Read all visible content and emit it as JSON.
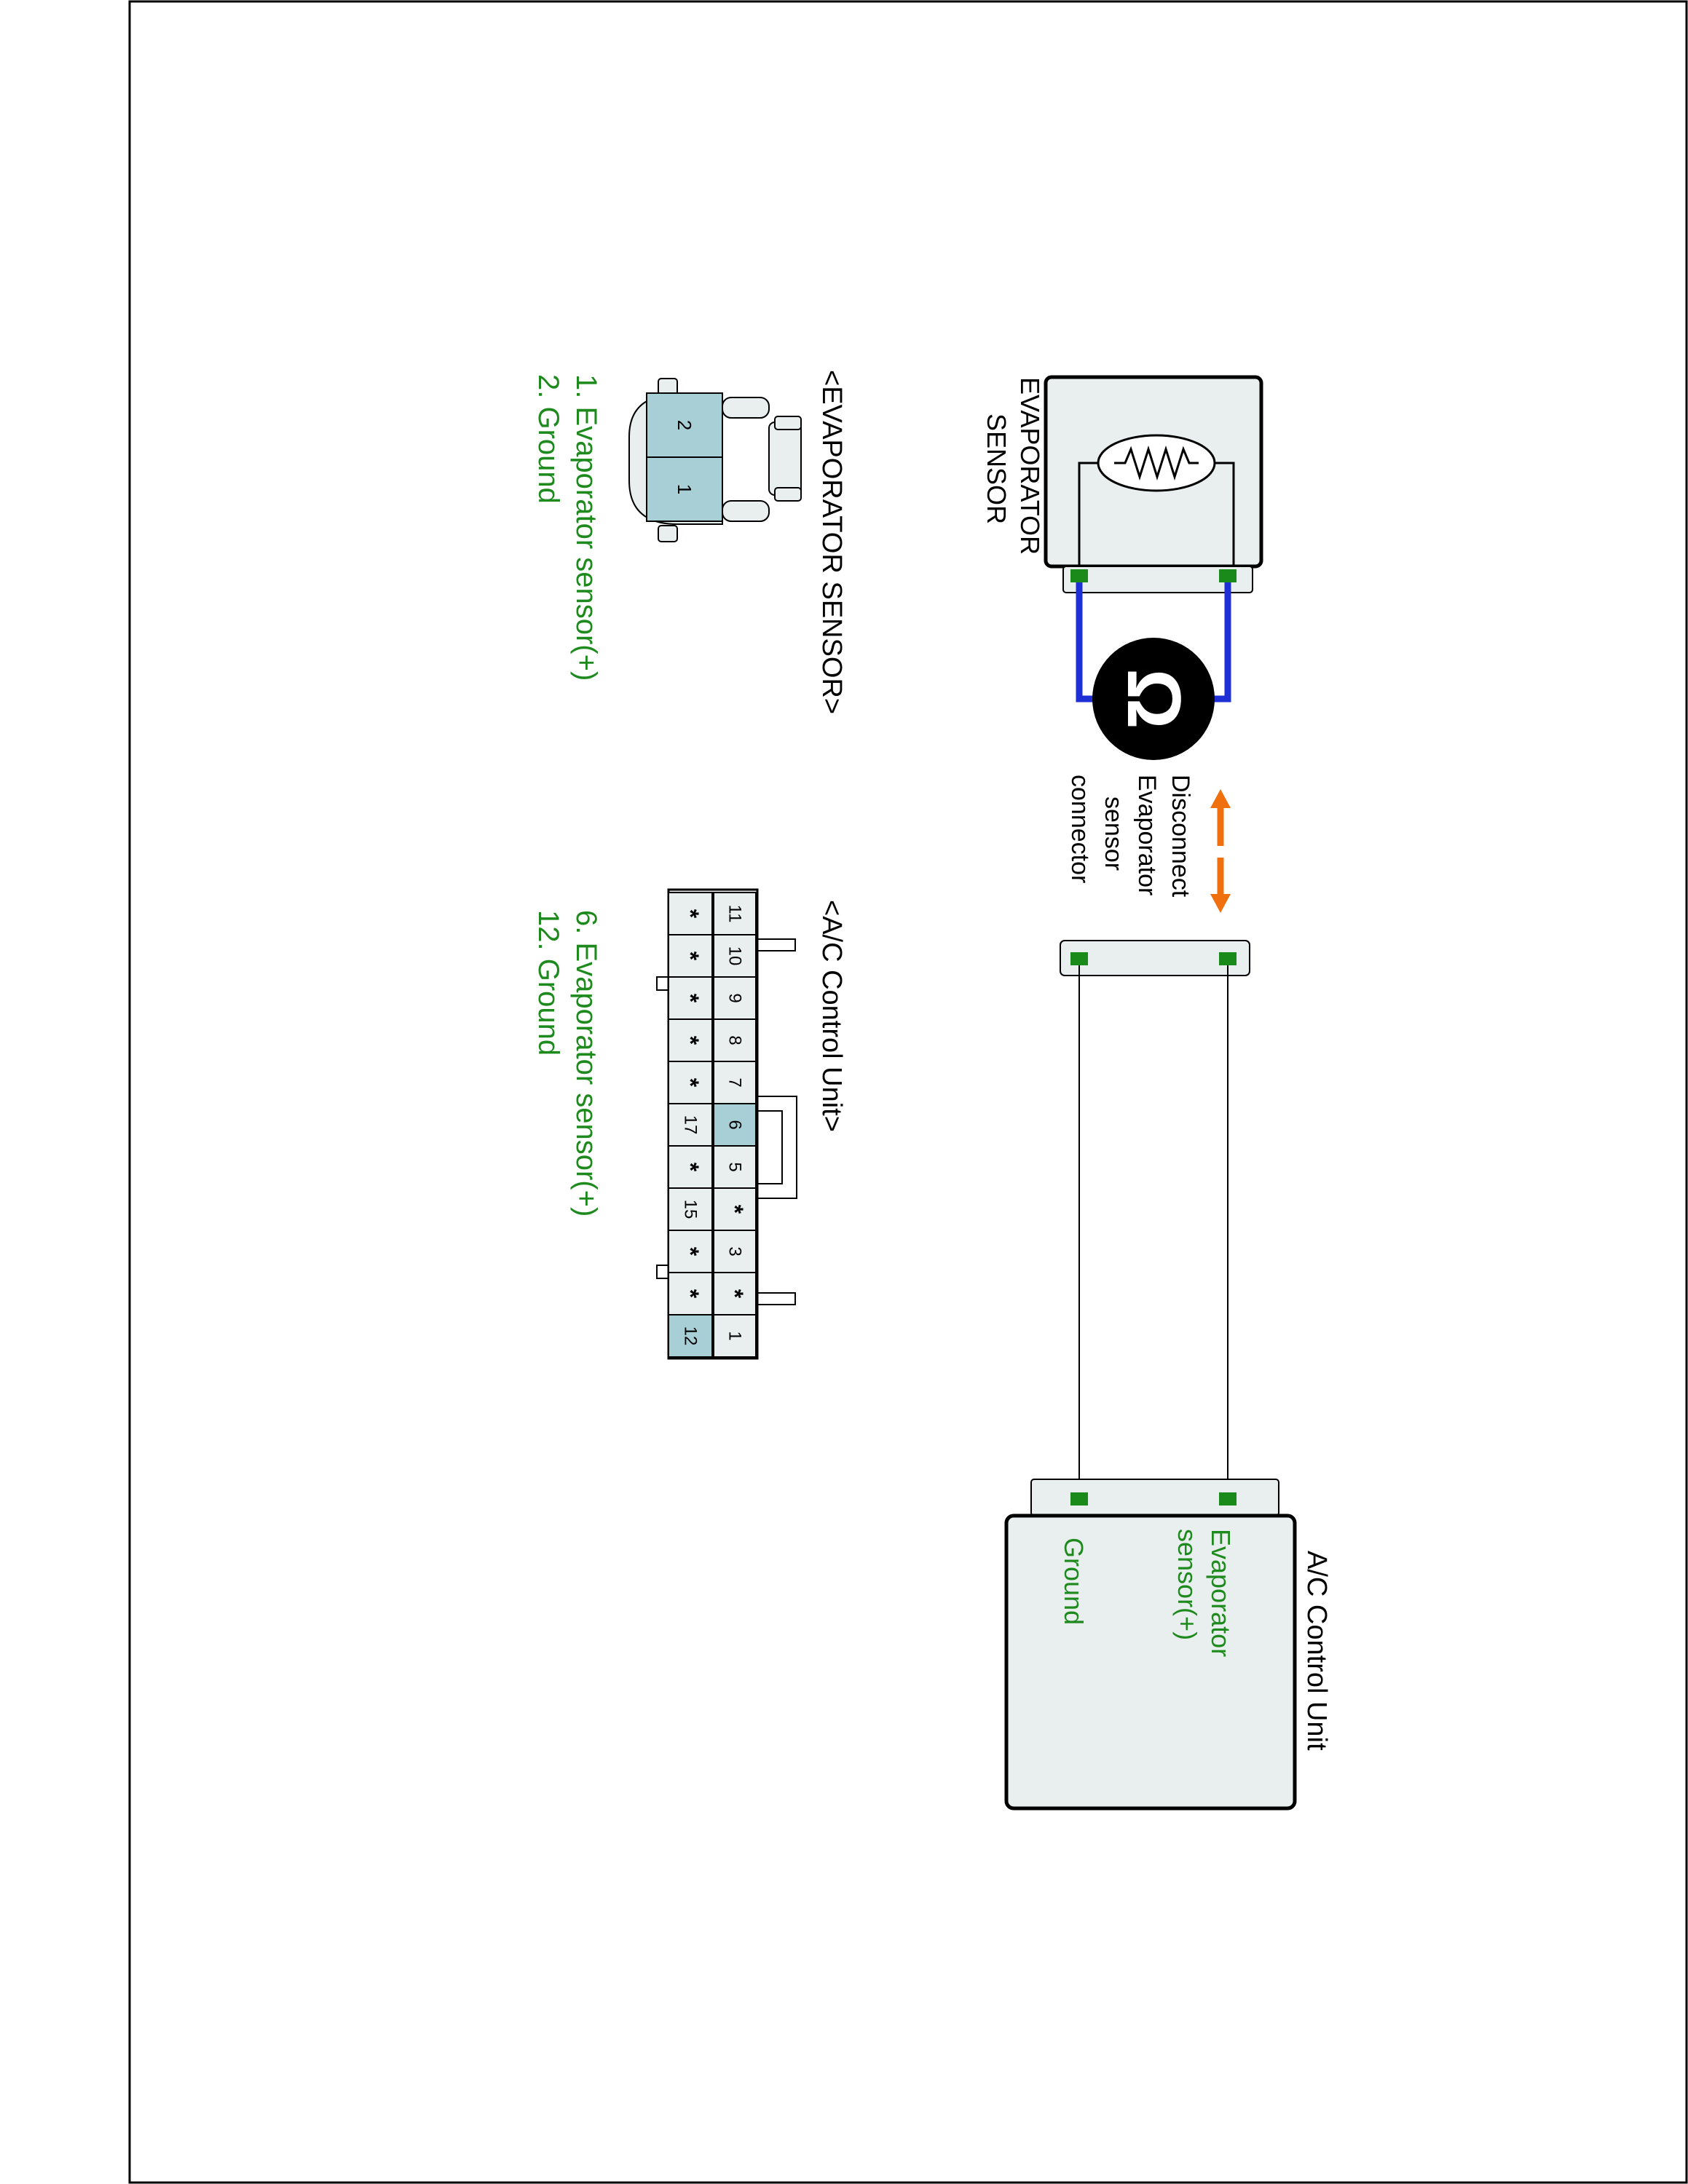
{
  "colors": {
    "ink": "#000000",
    "label_green": "#1e8a1e",
    "pin_green": "#1a8a1a",
    "wire_blue": "#1f2fd6",
    "arrow_orange": "#f07010",
    "connector_fill": "#e9eeee",
    "highlight_fill": "#a9cfd6",
    "ohm_fill": "#000000"
  },
  "icons": [
    "resistor-icon",
    "ohm-meter-icon",
    "disconnect-arrow-icon"
  ],
  "evaporator_sensor": {
    "title_line1": "EVAPORATOR",
    "title_line2": "SENSOR"
  },
  "disconnect_note": {
    "line1": "Disconnect",
    "line2": "Evaporator",
    "line3": "sensor",
    "line4": "connector"
  },
  "ac_control_unit": {
    "title": "A/C Control Unit",
    "pin_label_1_line1": "Evaporator",
    "pin_label_1_line2": "sensor(+)",
    "pin_label_2": "Ground"
  },
  "sensor_connector": {
    "title": "<EVAPORATOR SENSOR>",
    "pins": [
      "2",
      "1"
    ],
    "legend": [
      "1. Evaporator sensor(+)",
      "2. Ground"
    ]
  },
  "ac_connector": {
    "title": "<A/C Control Unit>",
    "top_row": [
      "11",
      "10",
      "9",
      "8",
      "7",
      "6",
      "5",
      "*",
      "3",
      "*",
      "1"
    ],
    "bottom_row": [
      "*",
      "*",
      "*",
      "*",
      "*",
      "17",
      "*",
      "15",
      "*",
      "*",
      "12"
    ],
    "highlighted": [
      "6",
      "12"
    ],
    "legend": [
      "6. Evaporator sensor(+)",
      "12. Ground"
    ]
  }
}
